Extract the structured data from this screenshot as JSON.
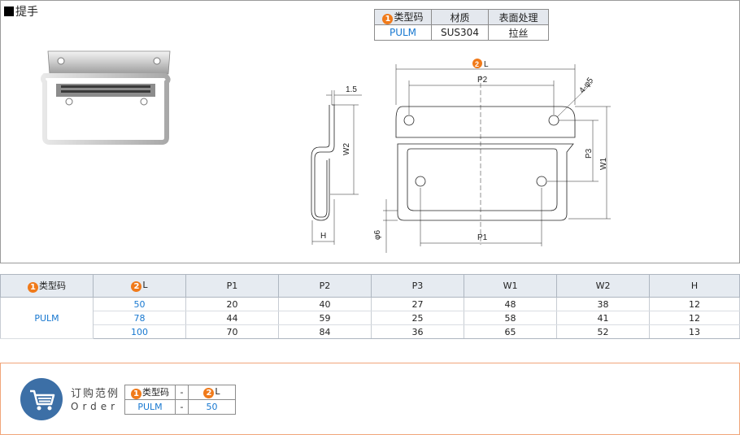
{
  "title": "提手",
  "spec_table": {
    "headers": [
      "类型码",
      "材质",
      "表面处理"
    ],
    "header_marker": "1",
    "row": [
      "PULM",
      "SUS304",
      "拉丝"
    ]
  },
  "drawing": {
    "dim_L_marker": "2",
    "dim_L": "L",
    "dim_p2": "P2",
    "dim_p1": "P1",
    "dim_p3": "P3",
    "dim_w1": "W1",
    "dim_w2": "W2",
    "dim_holes": "4-φ5",
    "dim_t": "1.5",
    "dim_h": "H",
    "dim_phi6": "φ6"
  },
  "data_table": {
    "headers": [
      "类型码",
      "L",
      "P1",
      "P2",
      "P3",
      "W1",
      "W2",
      "H"
    ],
    "code_marker": "1",
    "l_marker": "2",
    "code": "PULM",
    "rows": [
      [
        "50",
        "20",
        "40",
        "27",
        "48",
        "38",
        "12"
      ],
      [
        "78",
        "44",
        "59",
        "25",
        "58",
        "41",
        "12"
      ],
      [
        "100",
        "70",
        "84",
        "36",
        "65",
        "52",
        "13"
      ]
    ]
  },
  "order": {
    "label_cn": "订购范例",
    "label_en": "Order",
    "headers": [
      "类型码",
      "-",
      "L"
    ],
    "code_marker": "1",
    "l_marker": "2",
    "values": [
      "PULM",
      "-",
      "50"
    ]
  },
  "colors": {
    "accent_orange": "#f07a1a",
    "code_blue": "#1878d0",
    "icon_blue": "#3c6fa6",
    "header_bg": "#e4e8ee"
  }
}
